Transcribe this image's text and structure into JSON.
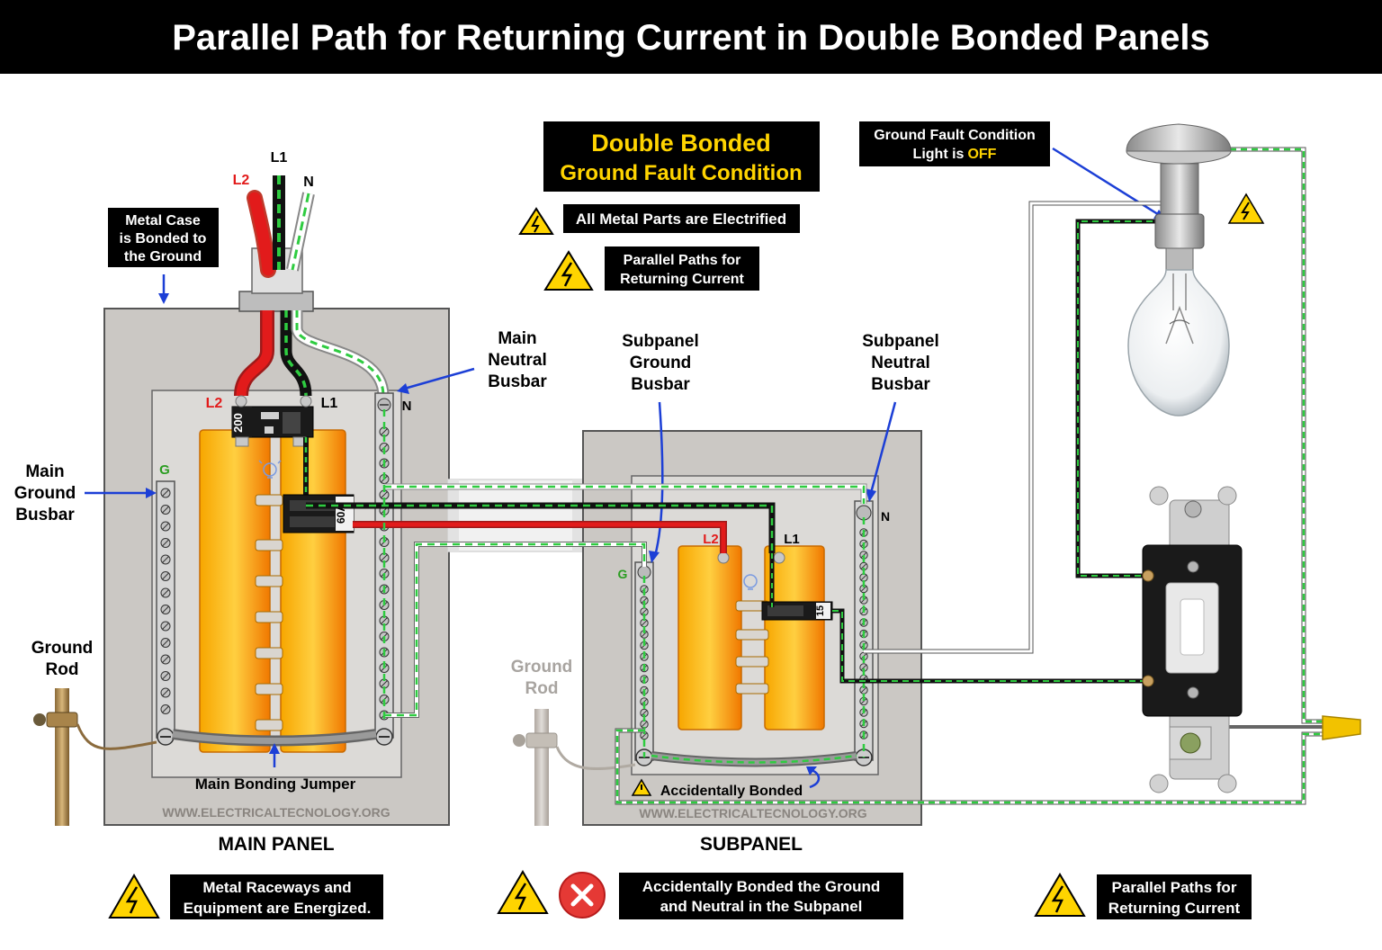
{
  "title": "Parallel Path for Returning Current in Double Bonded Panels",
  "colors": {
    "title_bg": "#000000",
    "hot_red": "#e21b1b",
    "ground_green": "#2ecc40",
    "warning_yellow": "#ffd400",
    "panel_gray": "#cfcdca",
    "busbar_orange": "#f28a00",
    "label_blue": "#1c3fd6"
  },
  "header": {
    "condition_line1": "Double Bonded",
    "condition_line2": "Ground Fault Condition",
    "warning1": "All Metal Parts are Electrified",
    "warning2_line1": "Parallel Paths for",
    "warning2_line2": "Returning Current",
    "light_line1": "Ground Fault Condition",
    "light_line2_prefix": "Light is",
    "light_line2_state": "OFF"
  },
  "wire_labels": {
    "l1": "L1",
    "l2": "L2",
    "n": "N",
    "g": "G"
  },
  "main_panel": {
    "caption": "MAIN PANEL",
    "metal_case_line1": "Metal Case",
    "metal_case_line2": "is Bonded to",
    "metal_case_line3": "the Ground",
    "main_neutral_line1": "Main",
    "main_neutral_line2": "Neutral",
    "main_neutral_line3": "Busbar",
    "main_ground_line1": "Main",
    "main_ground_line2": "Ground",
    "main_ground_line3": "Busbar",
    "ground_rod_line1": "Ground",
    "ground_rod_line2": "Rod",
    "bonding_jumper": "Main Bonding Jumper",
    "main_breaker": "200",
    "feeder_breaker": "60A",
    "watermark": "WWW.ELECTRICALTECNOLOGY.ORG"
  },
  "subpanel": {
    "caption": "SUBPANEL",
    "ground_busbar_line1": "Subpanel",
    "ground_busbar_line2": "Ground",
    "ground_busbar_line3": "Busbar",
    "neutral_busbar_line1": "Subpanel",
    "neutral_busbar_line2": "Neutral",
    "neutral_busbar_line3": "Busbar",
    "ground_rod_line1": "Ground",
    "ground_rod_line2": "Rod",
    "accidental": "Accidentally Bonded",
    "branch_breaker": "15",
    "watermark": "WWW.ELECTRICALTECNOLOGY.ORG"
  },
  "footer": {
    "note1_line1": "Metal Raceways and",
    "note1_line2": "Equipment are Energized.",
    "note2_line1": "Accidentally Bonded the Ground",
    "note2_line2": "and Neutral in the Subpanel",
    "note3_line1": "Parallel Paths for",
    "note3_line2": "Returning Current"
  }
}
